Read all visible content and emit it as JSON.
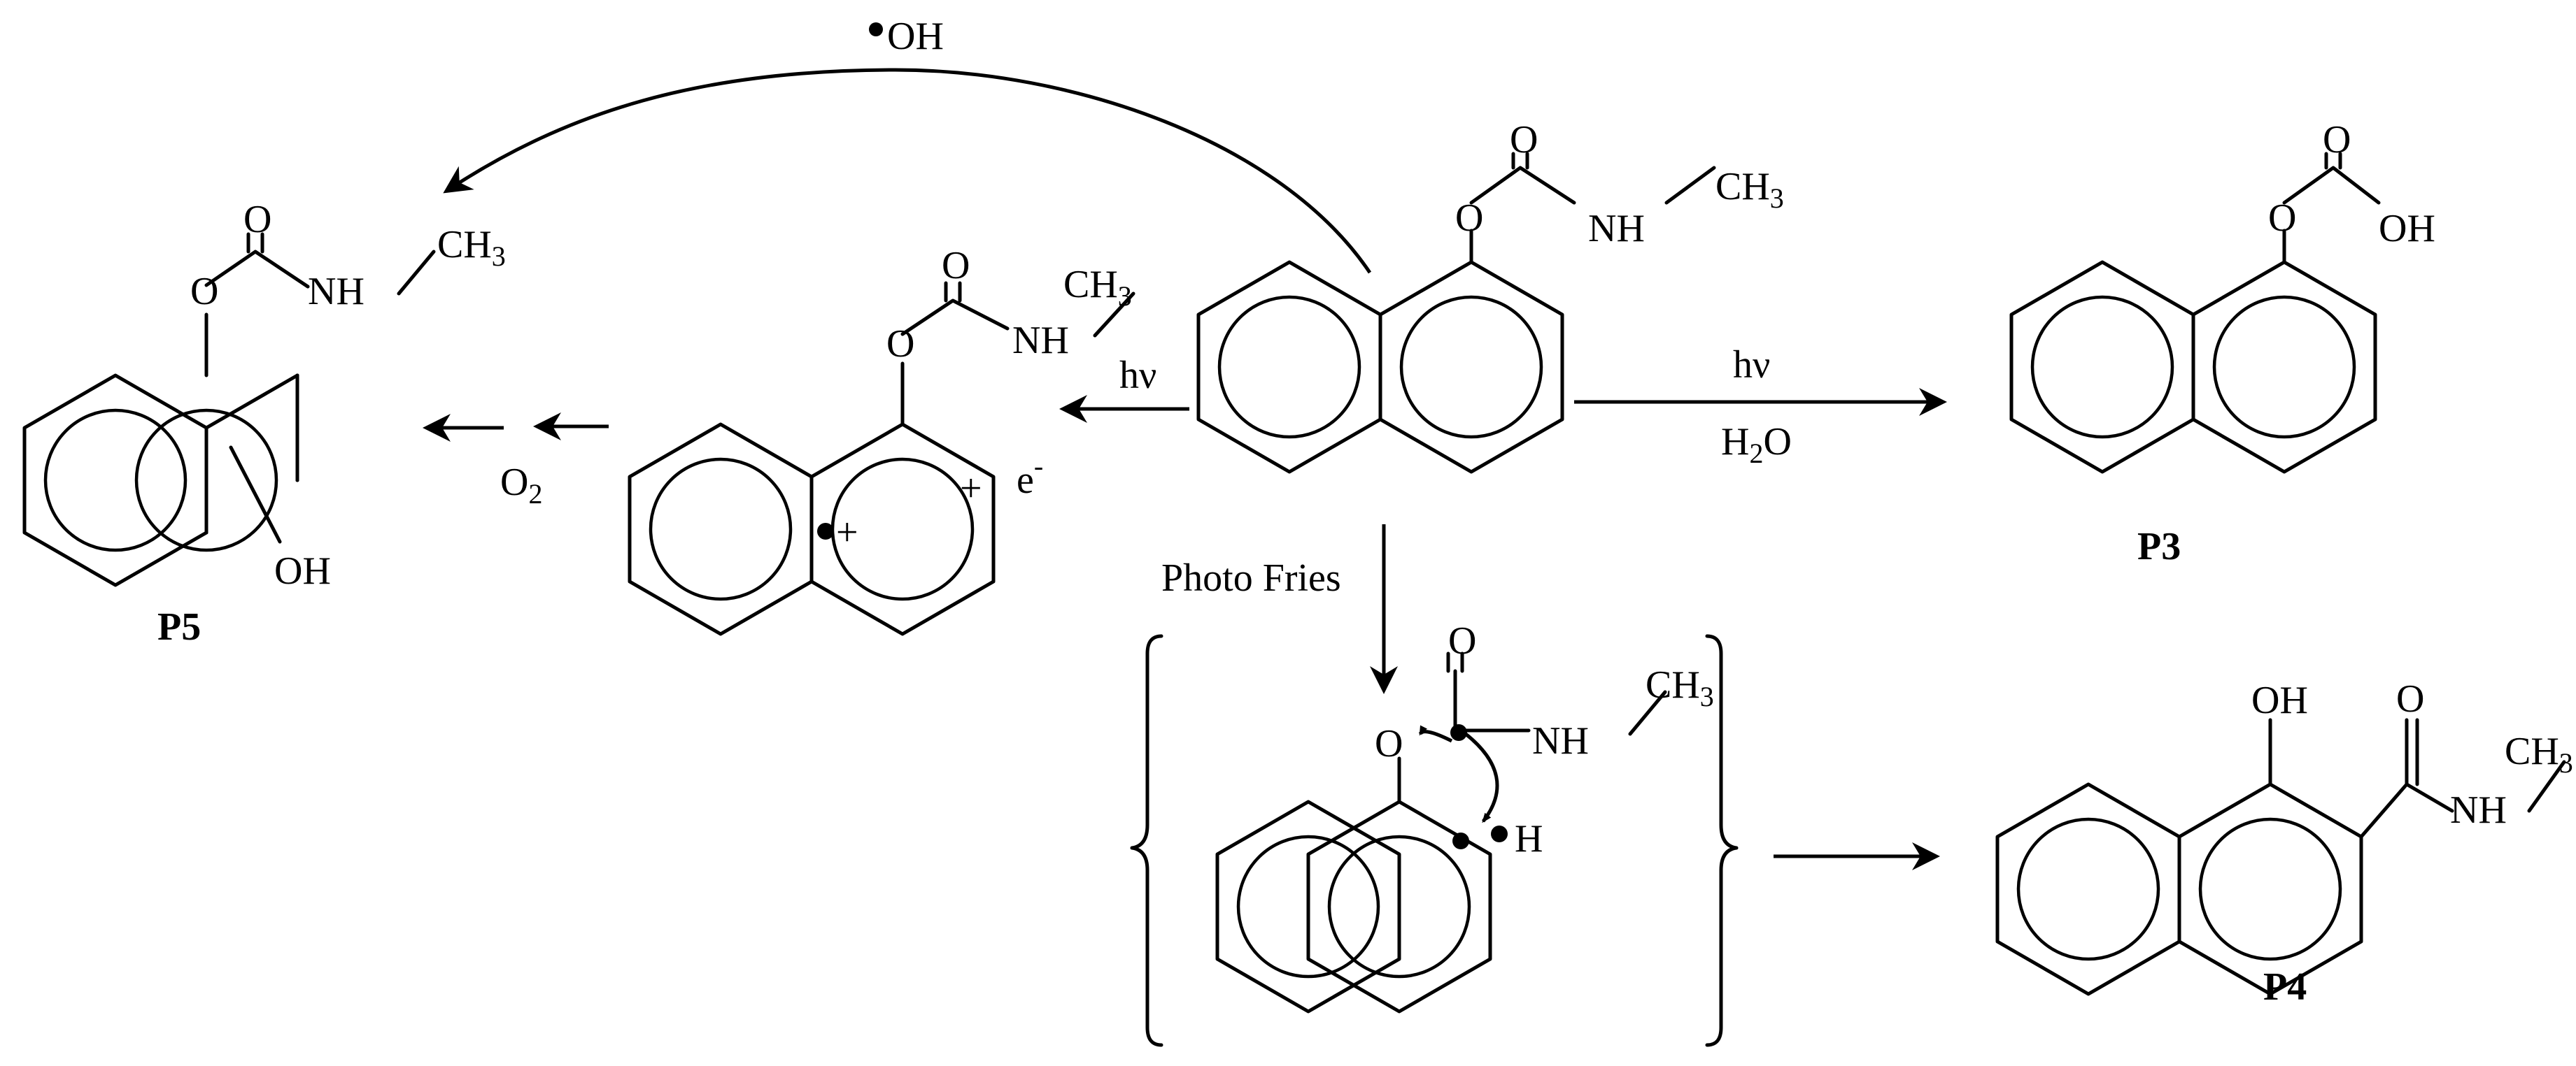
{
  "atoms": {
    "O": "O",
    "NH": "NH",
    "CH": "CH",
    "OH": "OH",
    "H": "H",
    "sub3": "3",
    "plus": "+",
    "radical_plus": "+"
  },
  "reagents": {
    "oh_radical": "OH",
    "hv": "hν",
    "h2o_h": "H",
    "h2o_sub": "2",
    "h2o_o": "O",
    "o2_o": "O",
    "o2_sub": "2",
    "electron": "e",
    "electron_charge": "-",
    "photo_fries": "Photo Fries"
  },
  "products": {
    "p3": "P3",
    "p4": "P4",
    "p5": "P5"
  }
}
